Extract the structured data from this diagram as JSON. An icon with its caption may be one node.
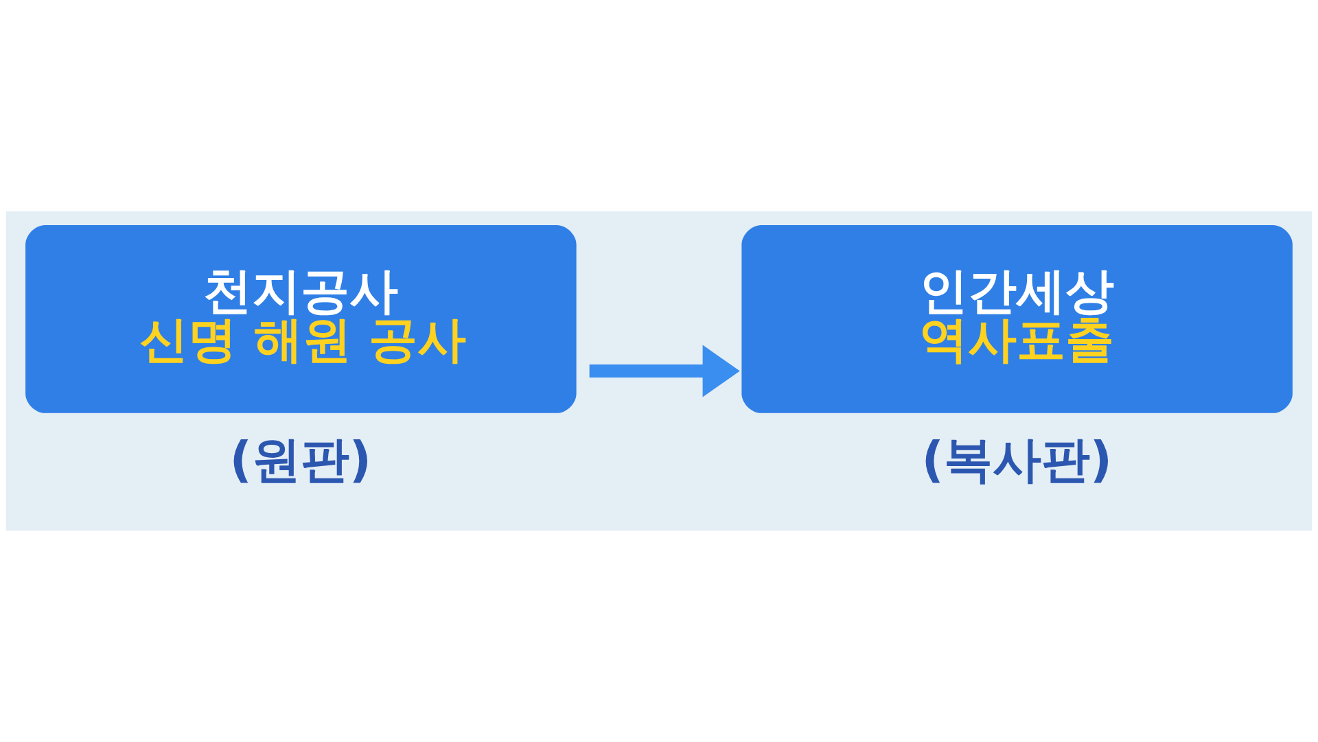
{
  "diagram": {
    "nodes": [
      {
        "text": [
          "천지공사",
          "신명 해원 공사"
        ],
        "beside": [
          "(원판)"
        ]
      },
      {
        "text": [
          "인간세상",
          "역사표출"
        ],
        "beside": [
          "(복사판)"
        ]
      }
    ],
    "edges": [
      {
        "from": 0,
        "to": 1,
        "arrow": "to"
      }
    ]
  }
}
